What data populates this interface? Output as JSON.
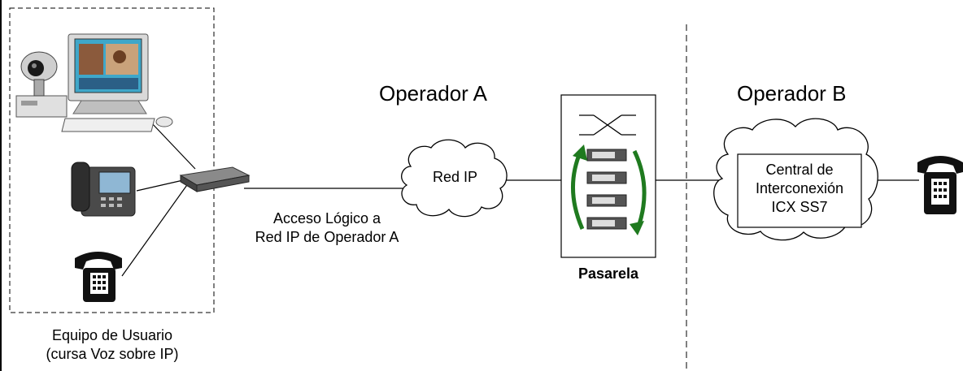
{
  "operator_a": {
    "label": "Operador A"
  },
  "operator_b": {
    "label": "Operador B"
  },
  "red_ip": {
    "label": "Red IP"
  },
  "access": {
    "line1": "Acceso Lógico a",
    "line2": "Red IP de Operador A"
  },
  "gateway": {
    "label": "Pasarela"
  },
  "central": {
    "line1": "Central de",
    "line2": "Interconexión",
    "line3": "ICX SS7"
  },
  "user_equipment": {
    "line1": "Equipo de Usuario",
    "line2": "(cursa Voz sobre IP)"
  },
  "colors": {
    "arrow": "#1f7a1f",
    "screen": "#3fa7c9",
    "line": "#000000"
  }
}
